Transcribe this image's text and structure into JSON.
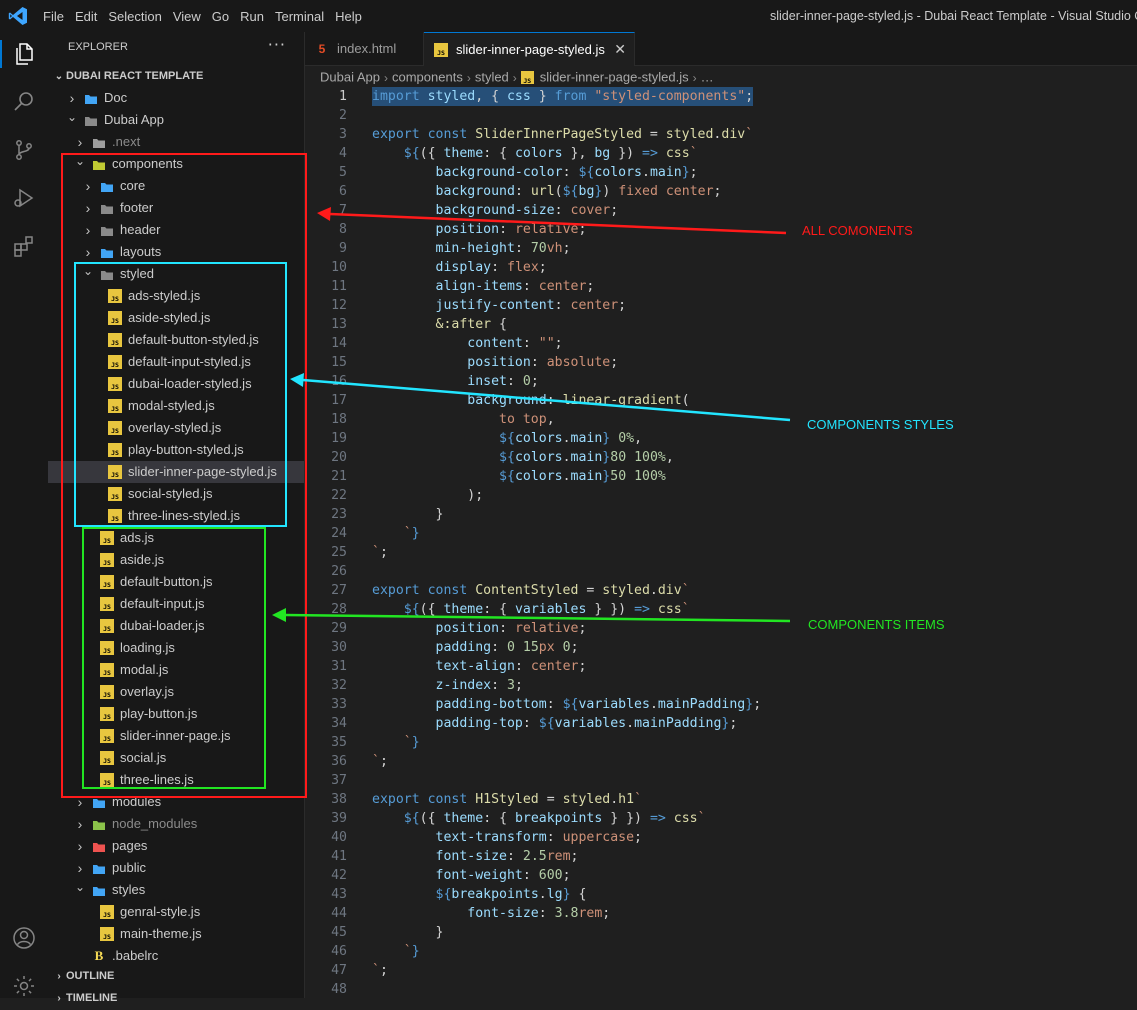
{
  "window": {
    "title": "slider-inner-page-styled.js - Dubai React Template - Visual Studio Code",
    "menu": [
      "File",
      "Edit",
      "Selection",
      "View",
      "Go",
      "Run",
      "Terminal",
      "Help"
    ]
  },
  "activity_bar": [
    "explorer-icon",
    "search-icon",
    "source-control-icon",
    "run-debug-icon",
    "extensions-icon",
    "account-icon",
    "settings-gear-icon"
  ],
  "sidebar": {
    "title": "EXPLORER",
    "more": "···",
    "root": "DUBAI REACT TEMPLATE",
    "tree": [
      {
        "label": "Doc",
        "kind": "folder-doc",
        "twisty": "closed"
      },
      {
        "label": "Dubai App",
        "kind": "folder",
        "twisty": "open"
      },
      {
        "label": ".next",
        "kind": "folder-next",
        "twisty": "closed",
        "dim": true
      },
      {
        "label": "components",
        "kind": "folder-components",
        "twisty": "open"
      },
      {
        "label": "core",
        "kind": "folder-core",
        "twisty": "closed"
      },
      {
        "label": "footer",
        "kind": "folder",
        "twisty": "closed"
      },
      {
        "label": "header",
        "kind": "folder",
        "twisty": "closed"
      },
      {
        "label": "layouts",
        "kind": "folder-layouts",
        "twisty": "closed"
      },
      {
        "label": "styled",
        "kind": "folder-open",
        "twisty": "open"
      },
      {
        "label": "ads-styled.js",
        "kind": "js"
      },
      {
        "label": "aside-styled.js",
        "kind": "js"
      },
      {
        "label": "default-button-styled.js",
        "kind": "js"
      },
      {
        "label": "default-input-styled.js",
        "kind": "js"
      },
      {
        "label": "dubai-loader-styled.js",
        "kind": "js"
      },
      {
        "label": "modal-styled.js",
        "kind": "js"
      },
      {
        "label": "overlay-styled.js",
        "kind": "js"
      },
      {
        "label": "play-button-styled.js",
        "kind": "js"
      },
      {
        "label": "slider-inner-page-styled.js",
        "kind": "js",
        "selected": true
      },
      {
        "label": "social-styled.js",
        "kind": "js"
      },
      {
        "label": "three-lines-styled.js",
        "kind": "js"
      },
      {
        "label": "ads.js",
        "kind": "js"
      },
      {
        "label": "aside.js",
        "kind": "js"
      },
      {
        "label": "default-button.js",
        "kind": "js"
      },
      {
        "label": "default-input.js",
        "kind": "js"
      },
      {
        "label": "dubai-loader.js",
        "kind": "js"
      },
      {
        "label": "loading.js",
        "kind": "js"
      },
      {
        "label": "modal.js",
        "kind": "js"
      },
      {
        "label": "overlay.js",
        "kind": "js"
      },
      {
        "label": "play-button.js",
        "kind": "js"
      },
      {
        "label": "slider-inner-page.js",
        "kind": "js"
      },
      {
        "label": "social.js",
        "kind": "js"
      },
      {
        "label": "three-lines.js",
        "kind": "js"
      },
      {
        "label": "modules",
        "kind": "folder-modules",
        "twisty": "closed"
      },
      {
        "label": "node_modules",
        "kind": "folder-node",
        "twisty": "closed",
        "dim": true
      },
      {
        "label": "pages",
        "kind": "folder-pages",
        "twisty": "closed"
      },
      {
        "label": "public",
        "kind": "folder-public",
        "twisty": "closed"
      },
      {
        "label": "styles",
        "kind": "folder-styles",
        "twisty": "open"
      },
      {
        "label": "genral-style.js",
        "kind": "js"
      },
      {
        "label": "main-theme.js",
        "kind": "js"
      },
      {
        "label": ".babelrc",
        "kind": "babel"
      }
    ],
    "outline": "OUTLINE",
    "timeline": "TIMELINE"
  },
  "tabs": [
    {
      "label": "index.html",
      "icon": "html-icon",
      "active": false
    },
    {
      "label": "slider-inner-page-styled.js",
      "icon": "js-icon",
      "active": true,
      "close": "✕"
    }
  ],
  "breadcrumb": [
    "Dubai App",
    "components",
    "styled",
    "slider-inner-page-styled.js",
    "…"
  ],
  "editor": {
    "active_line": 1,
    "lines": [
      [
        [
          "k",
          "import "
        ],
        [
          "p",
          "styled"
        ],
        [
          "t",
          ", { "
        ],
        [
          "p",
          "css"
        ],
        [
          "t",
          " } "
        ],
        [
          "k",
          "from "
        ],
        [
          "s",
          "\"styled-components\""
        ],
        [
          "t",
          ";"
        ]
      ],
      [],
      [
        [
          "k",
          "export const "
        ],
        [
          "f",
          "SliderInnerPageStyled"
        ],
        [
          "t",
          " = "
        ],
        [
          "f",
          "styled"
        ],
        [
          "t",
          "."
        ],
        [
          "f",
          "div"
        ],
        [
          "s",
          "`"
        ]
      ],
      [
        [
          "t",
          "    "
        ],
        [
          "k",
          "${"
        ],
        [
          "t",
          "({ "
        ],
        [
          "p",
          "theme"
        ],
        [
          "t",
          ": { "
        ],
        [
          "p",
          "colors"
        ],
        [
          "t",
          " }, "
        ],
        [
          "p",
          "bg"
        ],
        [
          "t",
          " }) "
        ],
        [
          "k",
          "=>"
        ],
        [
          "t",
          " "
        ],
        [
          "f",
          "css"
        ],
        [
          "s",
          "`"
        ]
      ],
      [
        [
          "t",
          "        "
        ],
        [
          "c",
          "background-color"
        ],
        [
          "t",
          ": "
        ],
        [
          "k",
          "${"
        ],
        [
          "p",
          "colors"
        ],
        [
          "t",
          "."
        ],
        [
          "p",
          "main"
        ],
        [
          "k",
          "}"
        ],
        [
          "t",
          ";"
        ]
      ],
      [
        [
          "t",
          "        "
        ],
        [
          "c",
          "background"
        ],
        [
          "t",
          ": "
        ],
        [
          "f",
          "url"
        ],
        [
          "t",
          "("
        ],
        [
          "k",
          "${"
        ],
        [
          "p",
          "bg"
        ],
        [
          "k",
          "}"
        ],
        [
          "t",
          ") "
        ],
        [
          "s",
          "fixed center"
        ],
        [
          "t",
          ";"
        ]
      ],
      [
        [
          "t",
          "        "
        ],
        [
          "c",
          "background-size"
        ],
        [
          "t",
          ": "
        ],
        [
          "s",
          "cover"
        ],
        [
          "t",
          ";"
        ]
      ],
      [
        [
          "t",
          "        "
        ],
        [
          "c",
          "position"
        ],
        [
          "t",
          ": "
        ],
        [
          "s",
          "relative"
        ],
        [
          "t",
          ";"
        ]
      ],
      [
        [
          "t",
          "        "
        ],
        [
          "c",
          "min-height"
        ],
        [
          "t",
          ": "
        ],
        [
          "n",
          "70"
        ],
        [
          "s",
          "vh"
        ],
        [
          "t",
          ";"
        ]
      ],
      [
        [
          "t",
          "        "
        ],
        [
          "c",
          "display"
        ],
        [
          "t",
          ": "
        ],
        [
          "s",
          "flex"
        ],
        [
          "t",
          ";"
        ]
      ],
      [
        [
          "t",
          "        "
        ],
        [
          "c",
          "align-items"
        ],
        [
          "t",
          ": "
        ],
        [
          "s",
          "center"
        ],
        [
          "t",
          ";"
        ]
      ],
      [
        [
          "t",
          "        "
        ],
        [
          "c",
          "justify-content"
        ],
        [
          "t",
          ": "
        ],
        [
          "s",
          "center"
        ],
        [
          "t",
          ";"
        ]
      ],
      [
        [
          "t",
          "        "
        ],
        [
          "f",
          "&:after"
        ],
        [
          "t",
          " {"
        ]
      ],
      [
        [
          "t",
          "            "
        ],
        [
          "c",
          "content"
        ],
        [
          "t",
          ": "
        ],
        [
          "s",
          "\"\""
        ],
        [
          "t",
          ";"
        ]
      ],
      [
        [
          "t",
          "            "
        ],
        [
          "c",
          "position"
        ],
        [
          "t",
          ": "
        ],
        [
          "s",
          "absolute"
        ],
        [
          "t",
          ";"
        ]
      ],
      [
        [
          "t",
          "            "
        ],
        [
          "c",
          "inset"
        ],
        [
          "t",
          ": "
        ],
        [
          "n",
          "0"
        ],
        [
          "t",
          ";"
        ]
      ],
      [
        [
          "t",
          "            "
        ],
        [
          "c",
          "background"
        ],
        [
          "t",
          ": "
        ],
        [
          "f",
          "linear-gradient"
        ],
        [
          "t",
          "("
        ]
      ],
      [
        [
          "t",
          "                "
        ],
        [
          "s",
          "to top"
        ],
        [
          "t",
          ","
        ]
      ],
      [
        [
          "t",
          "                "
        ],
        [
          "k",
          "${"
        ],
        [
          "p",
          "colors"
        ],
        [
          "t",
          "."
        ],
        [
          "p",
          "main"
        ],
        [
          "k",
          "}"
        ],
        [
          "t",
          " "
        ],
        [
          "n",
          "0%"
        ],
        [
          "t",
          ","
        ]
      ],
      [
        [
          "t",
          "                "
        ],
        [
          "k",
          "${"
        ],
        [
          "p",
          "colors"
        ],
        [
          "t",
          "."
        ],
        [
          "p",
          "main"
        ],
        [
          "k",
          "}"
        ],
        [
          "n",
          "80"
        ],
        [
          "t",
          " "
        ],
        [
          "n",
          "100%"
        ],
        [
          "t",
          ","
        ]
      ],
      [
        [
          "t",
          "                "
        ],
        [
          "k",
          "${"
        ],
        [
          "p",
          "colors"
        ],
        [
          "t",
          "."
        ],
        [
          "p",
          "main"
        ],
        [
          "k",
          "}"
        ],
        [
          "n",
          "50"
        ],
        [
          "t",
          " "
        ],
        [
          "n",
          "100%"
        ]
      ],
      [
        [
          "t",
          "            );"
        ]
      ],
      [
        [
          "t",
          "        }"
        ]
      ],
      [
        [
          "t",
          "    "
        ],
        [
          "s",
          "`"
        ],
        [
          "k",
          "}"
        ]
      ],
      [
        [
          "s",
          "`"
        ],
        [
          "t",
          ";"
        ]
      ],
      [],
      [
        [
          "k",
          "export const "
        ],
        [
          "f",
          "ContentStyled"
        ],
        [
          "t",
          " = "
        ],
        [
          "f",
          "styled"
        ],
        [
          "t",
          "."
        ],
        [
          "f",
          "div"
        ],
        [
          "s",
          "`"
        ]
      ],
      [
        [
          "t",
          "    "
        ],
        [
          "k",
          "${"
        ],
        [
          "t",
          "({ "
        ],
        [
          "p",
          "theme"
        ],
        [
          "t",
          ": { "
        ],
        [
          "p",
          "variables"
        ],
        [
          "t",
          " } }) "
        ],
        [
          "k",
          "=>"
        ],
        [
          "t",
          " "
        ],
        [
          "f",
          "css"
        ],
        [
          "s",
          "`"
        ]
      ],
      [
        [
          "t",
          "        "
        ],
        [
          "c",
          "position"
        ],
        [
          "t",
          ": "
        ],
        [
          "s",
          "relative"
        ],
        [
          "t",
          ";"
        ]
      ],
      [
        [
          "t",
          "        "
        ],
        [
          "c",
          "padding"
        ],
        [
          "t",
          ": "
        ],
        [
          "n",
          "0 15"
        ],
        [
          "s",
          "px"
        ],
        [
          "t",
          " "
        ],
        [
          "n",
          "0"
        ],
        [
          "t",
          ";"
        ]
      ],
      [
        [
          "t",
          "        "
        ],
        [
          "c",
          "text-align"
        ],
        [
          "t",
          ": "
        ],
        [
          "s",
          "center"
        ],
        [
          "t",
          ";"
        ]
      ],
      [
        [
          "t",
          "        "
        ],
        [
          "c",
          "z-index"
        ],
        [
          "t",
          ": "
        ],
        [
          "n",
          "3"
        ],
        [
          "t",
          ";"
        ]
      ],
      [
        [
          "t",
          "        "
        ],
        [
          "c",
          "padding-bottom"
        ],
        [
          "t",
          ": "
        ],
        [
          "k",
          "${"
        ],
        [
          "p",
          "variables"
        ],
        [
          "t",
          "."
        ],
        [
          "p",
          "mainPadding"
        ],
        [
          "k",
          "}"
        ],
        [
          "t",
          ";"
        ]
      ],
      [
        [
          "t",
          "        "
        ],
        [
          "c",
          "padding-top"
        ],
        [
          "t",
          ": "
        ],
        [
          "k",
          "${"
        ],
        [
          "p",
          "variables"
        ],
        [
          "t",
          "."
        ],
        [
          "p",
          "mainPadding"
        ],
        [
          "k",
          "}"
        ],
        [
          "t",
          ";"
        ]
      ],
      [
        [
          "t",
          "    "
        ],
        [
          "s",
          "`"
        ],
        [
          "k",
          "}"
        ]
      ],
      [
        [
          "s",
          "`"
        ],
        [
          "t",
          ";"
        ]
      ],
      [],
      [
        [
          "k",
          "export const "
        ],
        [
          "f",
          "H1Styled"
        ],
        [
          "t",
          " = "
        ],
        [
          "f",
          "styled"
        ],
        [
          "t",
          "."
        ],
        [
          "f",
          "h1"
        ],
        [
          "s",
          "`"
        ]
      ],
      [
        [
          "t",
          "    "
        ],
        [
          "k",
          "${"
        ],
        [
          "t",
          "({ "
        ],
        [
          "p",
          "theme"
        ],
        [
          "t",
          ": { "
        ],
        [
          "p",
          "breakpoints"
        ],
        [
          "t",
          " } }) "
        ],
        [
          "k",
          "=>"
        ],
        [
          "t",
          " "
        ],
        [
          "f",
          "css"
        ],
        [
          "s",
          "`"
        ]
      ],
      [
        [
          "t",
          "        "
        ],
        [
          "c",
          "text-transform"
        ],
        [
          "t",
          ": "
        ],
        [
          "s",
          "uppercase"
        ],
        [
          "t",
          ";"
        ]
      ],
      [
        [
          "t",
          "        "
        ],
        [
          "c",
          "font-size"
        ],
        [
          "t",
          ": "
        ],
        [
          "n",
          "2.5"
        ],
        [
          "s",
          "rem"
        ],
        [
          "t",
          ";"
        ]
      ],
      [
        [
          "t",
          "        "
        ],
        [
          "c",
          "font-weight"
        ],
        [
          "t",
          ": "
        ],
        [
          "n",
          "600"
        ],
        [
          "t",
          ";"
        ]
      ],
      [
        [
          "t",
          "        "
        ],
        [
          "k",
          "${"
        ],
        [
          "p",
          "breakpoints"
        ],
        [
          "t",
          "."
        ],
        [
          "p",
          "lg"
        ],
        [
          "k",
          "}"
        ],
        [
          "t",
          " {"
        ]
      ],
      [
        [
          "t",
          "            "
        ],
        [
          "c",
          "font-size"
        ],
        [
          "t",
          ": "
        ],
        [
          "n",
          "3.8"
        ],
        [
          "s",
          "rem"
        ],
        [
          "t",
          ";"
        ]
      ],
      [
        [
          "t",
          "        }"
        ]
      ],
      [
        [
          "t",
          "    "
        ],
        [
          "s",
          "`"
        ],
        [
          "k",
          "}"
        ]
      ],
      [
        [
          "s",
          "`"
        ],
        [
          "t",
          ";"
        ]
      ],
      []
    ]
  },
  "annotations": [
    {
      "label": "ALL COMONENTS",
      "color": "#ff1a1a"
    },
    {
      "label": "COMPONENTS STYLES",
      "color": "#22e5ff"
    },
    {
      "label": "COMPONENTS ITEMS",
      "color": "#22e522"
    }
  ]
}
